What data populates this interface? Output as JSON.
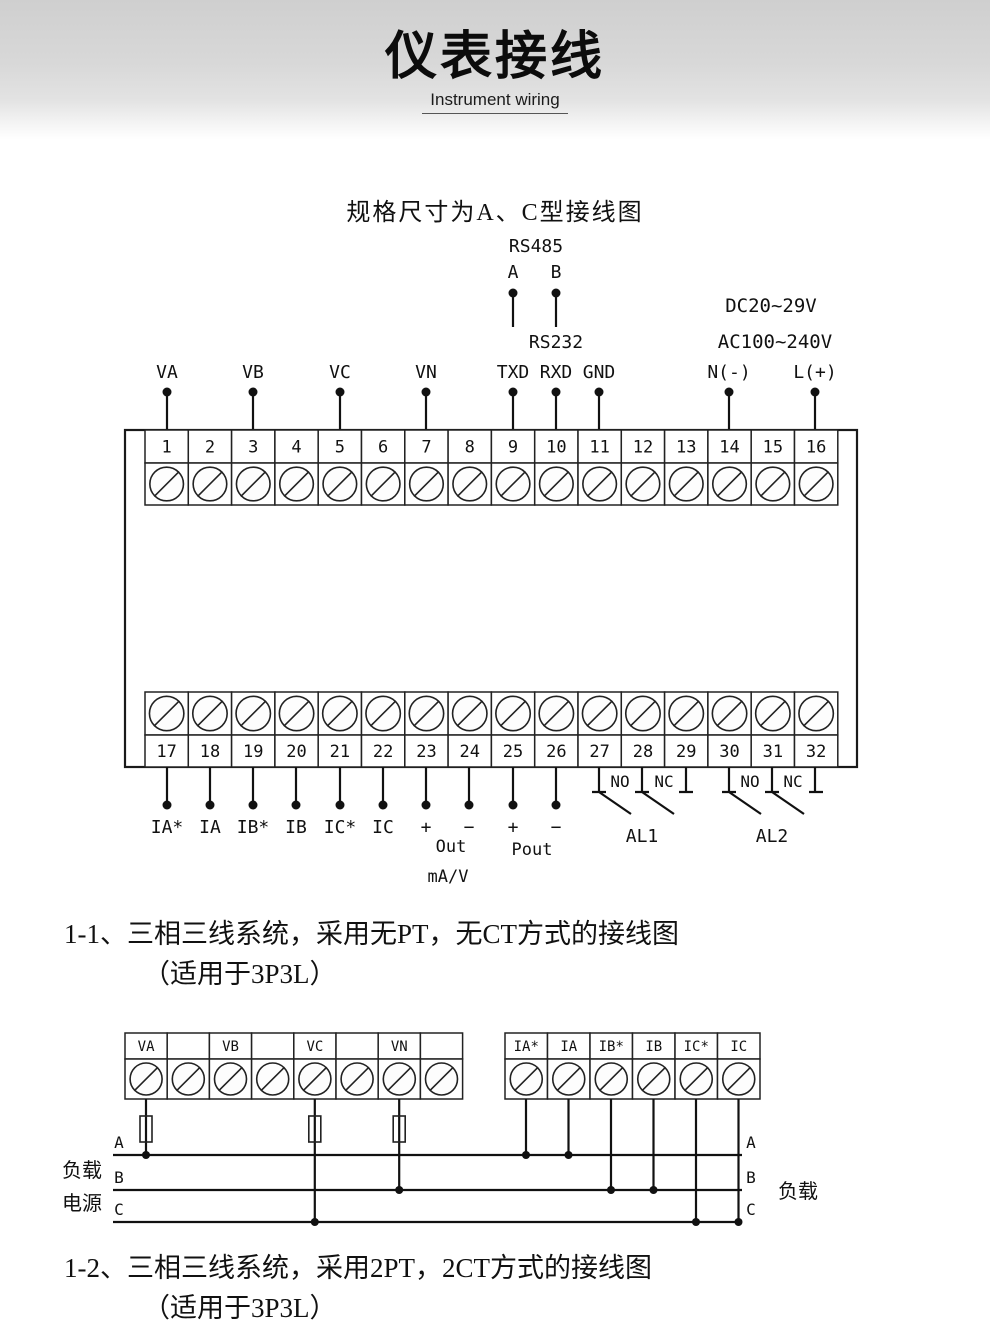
{
  "header": {
    "title": "仪表接线",
    "subtitle": "Instrument wiring"
  },
  "main_diagram": {
    "caption": "规格尺寸为A、C型接线图",
    "rs485": {
      "label": "RS485",
      "a": "A",
      "b": "B"
    },
    "rs232_label": "RS232",
    "power": {
      "dc": "DC20~29V",
      "ac": "AC100~240V"
    },
    "top_labels": [
      "VA",
      "VB",
      "VC",
      "VN",
      "TXD",
      "RXD",
      "GND",
      "N(-)",
      "L(+)"
    ],
    "top_numbers": [
      "1",
      "2",
      "3",
      "4",
      "5",
      "6",
      "7",
      "8",
      "9",
      "10",
      "11",
      "12",
      "13",
      "14",
      "15",
      "16"
    ],
    "bottom_numbers": [
      "17",
      "18",
      "19",
      "20",
      "21",
      "22",
      "23",
      "24",
      "25",
      "26",
      "27",
      "28",
      "29",
      "30",
      "31",
      "32"
    ],
    "bottom_labels": [
      "IA*",
      "IA",
      "IB*",
      "IB",
      "IC*",
      "IC",
      "+",
      "−",
      "+",
      "−"
    ],
    "analog_out": {
      "label": "Out",
      "unit": "mA/V"
    },
    "pulse_out": {
      "label": "Pout"
    },
    "relays": [
      {
        "no": "NO",
        "nc": "NC",
        "name": "AL1"
      },
      {
        "no": "NO",
        "nc": "NC",
        "name": "AL2"
      }
    ]
  },
  "section_1_1": {
    "title": "1-1、三相三线系统，采用无PT，无CT方式的接线图",
    "subtitle": "（适用于3P3L）"
  },
  "sub_diagram": {
    "voltage_terminals": [
      "VA",
      "",
      "VB",
      "",
      "VC",
      "",
      "VN",
      ""
    ],
    "current_terminals": [
      "IA*",
      "IA",
      "IB*",
      "IB",
      "IC*",
      "IC"
    ],
    "left_phases": [
      "A",
      "B",
      "C"
    ],
    "right_phases": [
      "A",
      "B",
      "C"
    ],
    "left_caption_top": "负载",
    "left_caption_bottom": "电源",
    "right_caption": "负载"
  },
  "section_1_2": {
    "title": "1-2、三相三线系统，采用2PT，2CT方式的接线图",
    "subtitle": "（适用于3P3L）"
  }
}
